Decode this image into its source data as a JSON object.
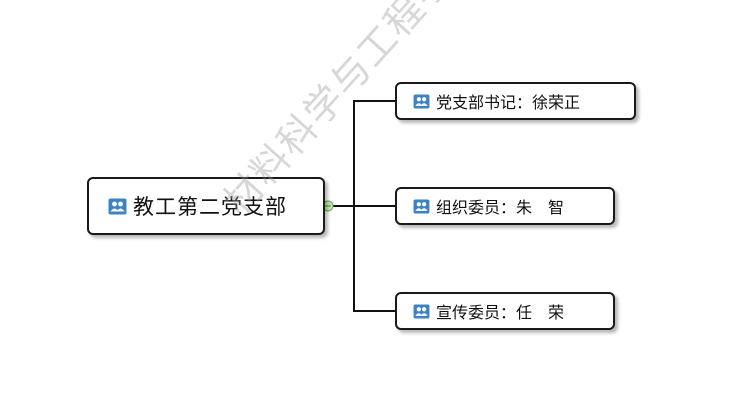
{
  "root": {
    "label": "教工第二党支部",
    "icon": "people-icon"
  },
  "children": [
    {
      "label": "党支部书记：徐荣正",
      "icon": "people-icon"
    },
    {
      "label": "组织委员：朱　智",
      "icon": "people-icon"
    },
    {
      "label": "宣传委员：任　荣",
      "icon": "people-icon"
    }
  ],
  "watermark": {
    "text": "材料科学与工程学院"
  },
  "colors": {
    "icon_blue": "#3c83c6",
    "line": "#111111",
    "connector_dot": "#9fd27a"
  }
}
